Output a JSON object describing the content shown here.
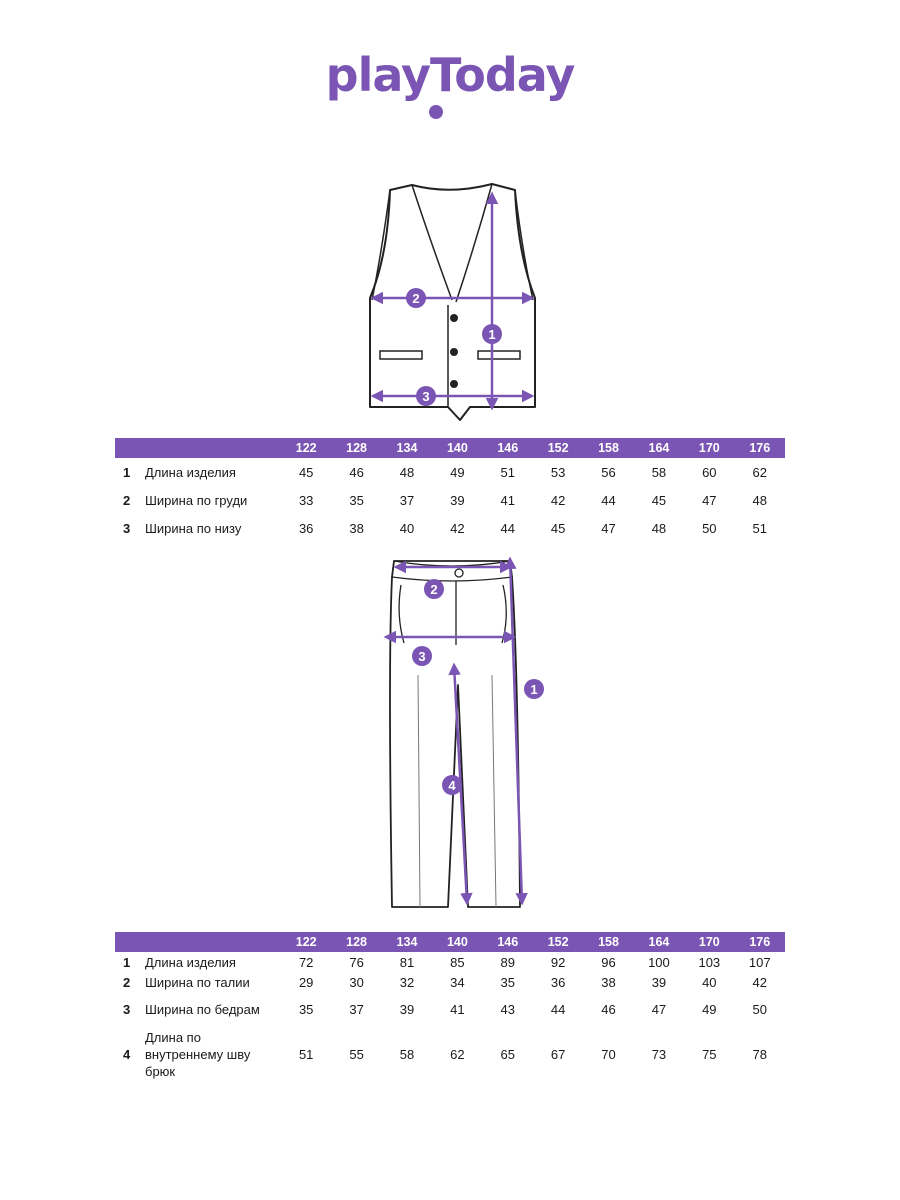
{
  "brand": {
    "logo_text": "playToday",
    "color": "#7b55b4"
  },
  "sizes": [
    "122",
    "128",
    "134",
    "140",
    "146",
    "152",
    "158",
    "164",
    "170",
    "176"
  ],
  "vest": {
    "markers": [
      "1",
      "2",
      "3"
    ],
    "rows": [
      {
        "num": "1",
        "label": "Длина изделия",
        "values": [
          "45",
          "46",
          "48",
          "49",
          "51",
          "53",
          "56",
          "58",
          "60",
          "62"
        ]
      },
      {
        "num": "2",
        "label": "Ширина по груди",
        "values": [
          "33",
          "35",
          "37",
          "39",
          "41",
          "42",
          "44",
          "45",
          "47",
          "48"
        ]
      },
      {
        "num": "3",
        "label": "Ширина по низу",
        "values": [
          "36",
          "38",
          "40",
          "42",
          "44",
          "45",
          "47",
          "48",
          "50",
          "51"
        ]
      }
    ]
  },
  "pants": {
    "markers": [
      "1",
      "2",
      "3",
      "4"
    ],
    "rows": [
      {
        "num": "1",
        "label": "Длина изделия",
        "values": [
          "72",
          "76",
          "81",
          "85",
          "89",
          "92",
          "96",
          "100",
          "103",
          "107"
        ]
      },
      {
        "num": "2",
        "label": "Ширина по талии",
        "values": [
          "29",
          "30",
          "32",
          "34",
          "35",
          "36",
          "38",
          "39",
          "40",
          "42"
        ]
      },
      {
        "num": "3",
        "label": "Ширина по бедрам",
        "values": [
          "35",
          "37",
          "39",
          "41",
          "43",
          "44",
          "46",
          "47",
          "49",
          "50"
        ]
      },
      {
        "num": "4",
        "label": "Длина по внутреннему шву брюк",
        "values": [
          "51",
          "55",
          "58",
          "62",
          "65",
          "67",
          "70",
          "73",
          "75",
          "78"
        ]
      }
    ]
  }
}
